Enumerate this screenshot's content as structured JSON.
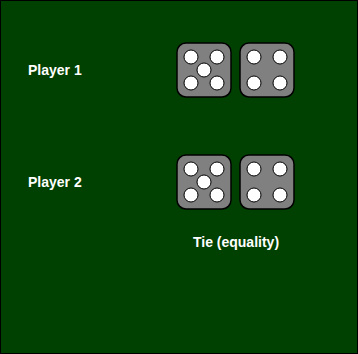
{
  "diagram": {
    "labels": [
      "Player 1",
      "Player 2",
      "Tie (equality)"
    ]
  }
}
